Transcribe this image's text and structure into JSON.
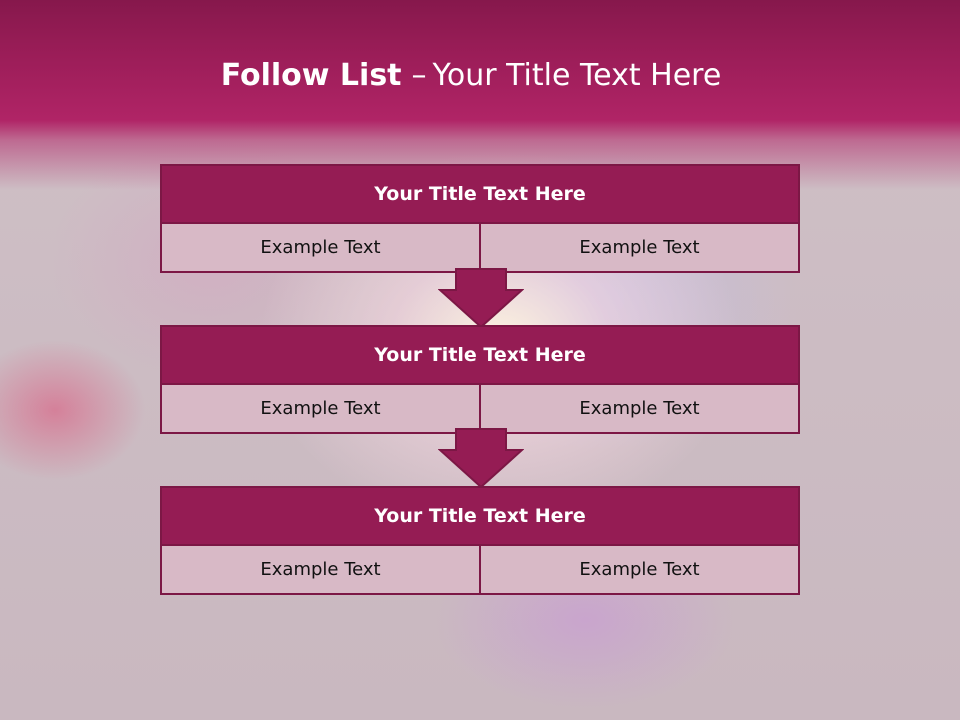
{
  "slide": {
    "title_bold": "Follow List",
    "title_dash": "–",
    "title_rest": "Your Title Text Here"
  },
  "steps": [
    {
      "title": "Your Title Text Here",
      "left": "Example Text",
      "right": "Example Text"
    },
    {
      "title": "Your Title Text Here",
      "left": "Example Text",
      "right": "Example Text"
    },
    {
      "title": "Your Title Text Here",
      "left": "Example Text",
      "right": "Example Text"
    }
  ],
  "colors": {
    "header": "#b02466",
    "box_title": "#951c54",
    "box_cell": "#d8b9c6",
    "border": "#7c1745",
    "arrow": "#951c54"
  },
  "icons": [
    "down-arrow-icon",
    "down-arrow-icon"
  ]
}
